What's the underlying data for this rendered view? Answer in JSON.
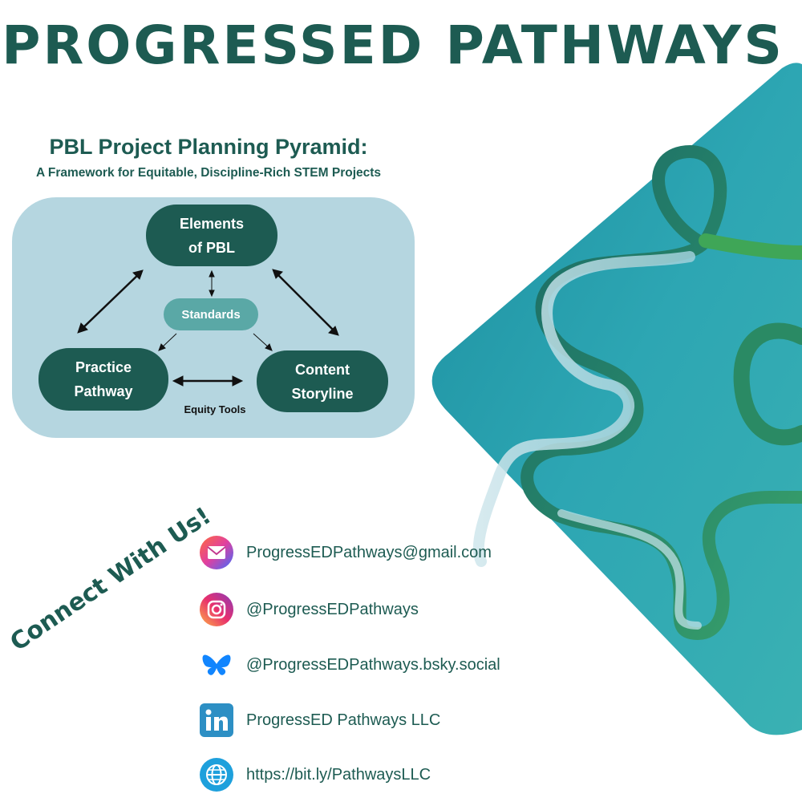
{
  "header": {
    "title": "PROGRESSED PATHWAYS"
  },
  "diagram": {
    "title": "PBL Project Planning Pyramid:",
    "subtitle": "A Framework for Equitable, Discipline-Rich STEM Projects",
    "nodes": {
      "elements": "Elements of PBL",
      "practice": "Practice Pathway",
      "content": "Content Storyline",
      "standards": "Standards"
    },
    "equity_label": "Equity Tools"
  },
  "connect": {
    "heading": "Connect With Us!",
    "items": [
      {
        "icon": "email-icon",
        "text": "ProgressEDPathways@gmail.com"
      },
      {
        "icon": "instagram-icon",
        "text": "@ProgressEDPathways"
      },
      {
        "icon": "bluesky-icon",
        "text": "@ProgressEDPathways.bsky.social"
      },
      {
        "icon": "linkedin-icon",
        "text": "ProgressED Pathways LLC"
      },
      {
        "icon": "globe-icon",
        "text": "https://bit.ly/PathwaysLLC"
      }
    ]
  },
  "colors": {
    "brand": "#1d5b52",
    "panel": "#b5d6e0",
    "standards": "#5aa8a6",
    "teal_photo": "#2b9eab"
  }
}
